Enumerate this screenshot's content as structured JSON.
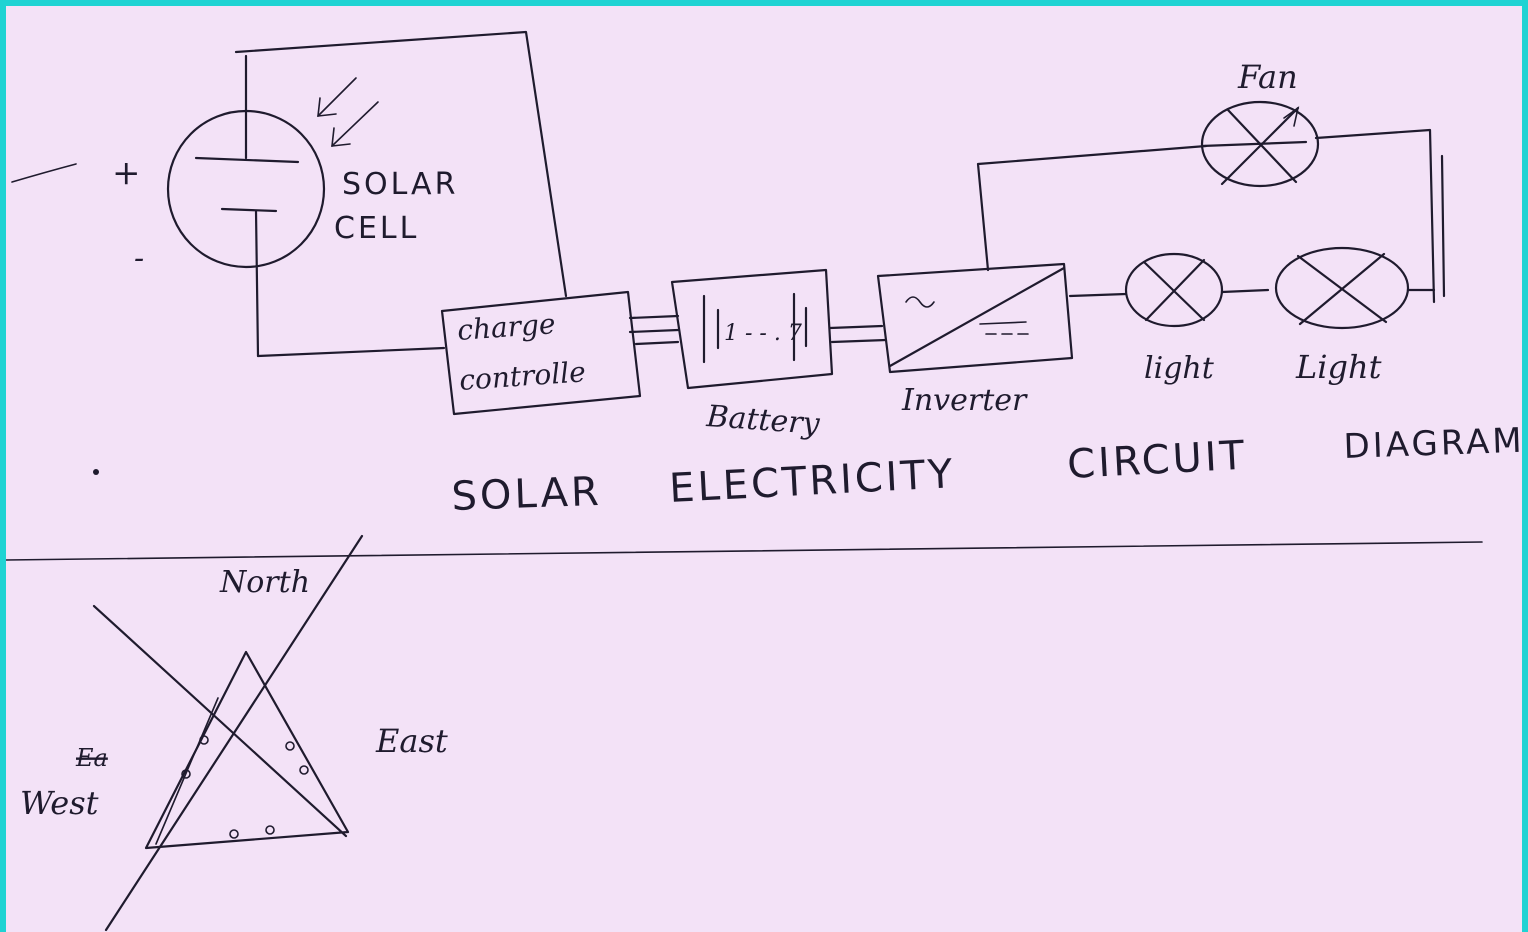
{
  "labels": {
    "plus": "+",
    "minus": "-",
    "solar_cell_line1": "SOLAR",
    "solar_cell_line2": "CELL",
    "charge_controller_line1": "charge",
    "charge_controller_line2": "controlle",
    "battery_cells": "1 - - . 7",
    "battery": "Battery",
    "inverter": "Inverter",
    "fan": "Fan",
    "light_1": "light",
    "light_2": "Light"
  },
  "title": {
    "word1": "SOLAR",
    "word2": "ELECTRICITY",
    "word3": "CIRCUIT",
    "word4": "DIAGRAM"
  },
  "compass": {
    "north": "North",
    "east": "East",
    "west_crossed": "Ea",
    "west": "West"
  },
  "colors": {
    "border": "#1fd3d3",
    "paper": "#f3e2f7",
    "ink": "#1f1b2e"
  }
}
